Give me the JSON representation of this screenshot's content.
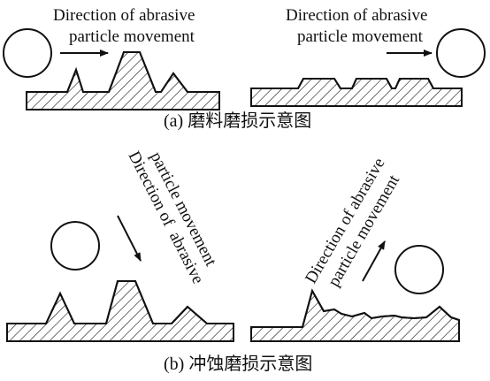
{
  "panel_a": {
    "left_label": [
      "Direction of abrasive",
      "particle movement"
    ],
    "right_label": [
      "Direction of abrasive",
      "particle movement"
    ],
    "caption": "(a) 磨料磨损示意图"
  },
  "panel_b": {
    "left_label": [
      "Direction of",
      "particle movement"
    ],
    "left_label_rest": "abrasive",
    "right_label": [
      "Direction of abrasive",
      "particle movement"
    ],
    "caption": "(b) 冲蚀磨损示意图"
  }
}
